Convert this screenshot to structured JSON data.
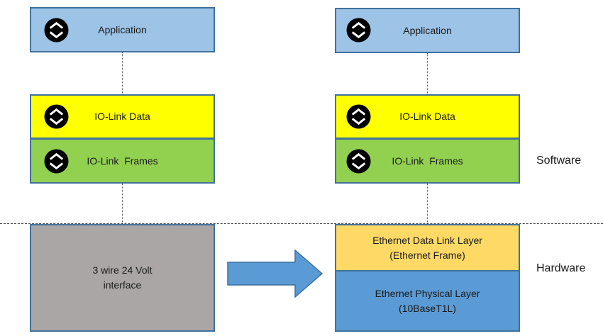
{
  "left_stack": {
    "application": "Application",
    "io_link_data": "IO-Link Data",
    "io_link_frames": "IO-Link  Frames",
    "interface": "3 wire 24 Volt\ninterface"
  },
  "right_stack": {
    "application": "Application",
    "io_link_data": "IO-Link Data",
    "io_link_frames": "IO-Link  Frames",
    "ethernet_data_link": "Ethernet Data Link Layer\n(Ethernet Frame)",
    "ethernet_physical": "Ethernet Physical Layer\n(10BaseT1L)"
  },
  "side_labels": {
    "software": "Software",
    "hardware": "Hardware"
  },
  "icons": {
    "layer_icon": "circle-double-chevron-icon"
  },
  "colors": {
    "application": "#9dc3e6",
    "io_link_data": "#ffff00",
    "io_link_frames": "#92d050",
    "wire_interface": "#aaa6a6",
    "ethernet_data_link": "#ffd966",
    "ethernet_physical": "#5b9bd5",
    "border": "#41719c",
    "arrow": "#5b9bd5"
  }
}
